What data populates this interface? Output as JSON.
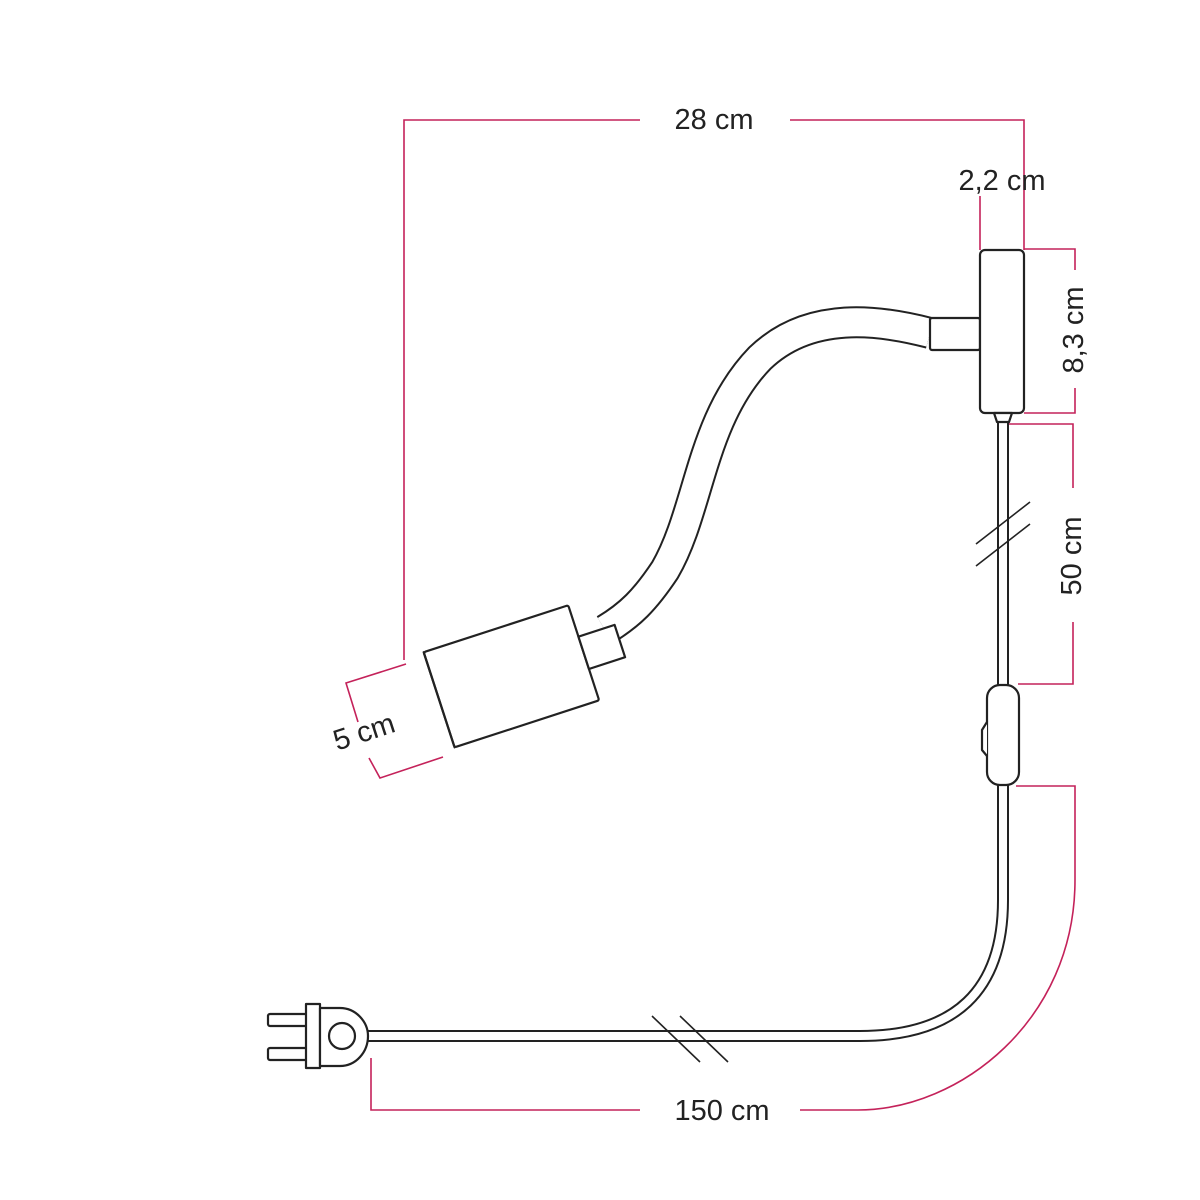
{
  "diagram": {
    "dimension_color": "#c4225a",
    "line_color": "#222222",
    "labels": {
      "total_width": "28 cm",
      "plate_depth": "2,2 cm",
      "plate_height": "8,3 cm",
      "cable_to_switch": "50 cm",
      "lampholder_diameter": "5 cm",
      "cable_length": "150 cm"
    }
  }
}
